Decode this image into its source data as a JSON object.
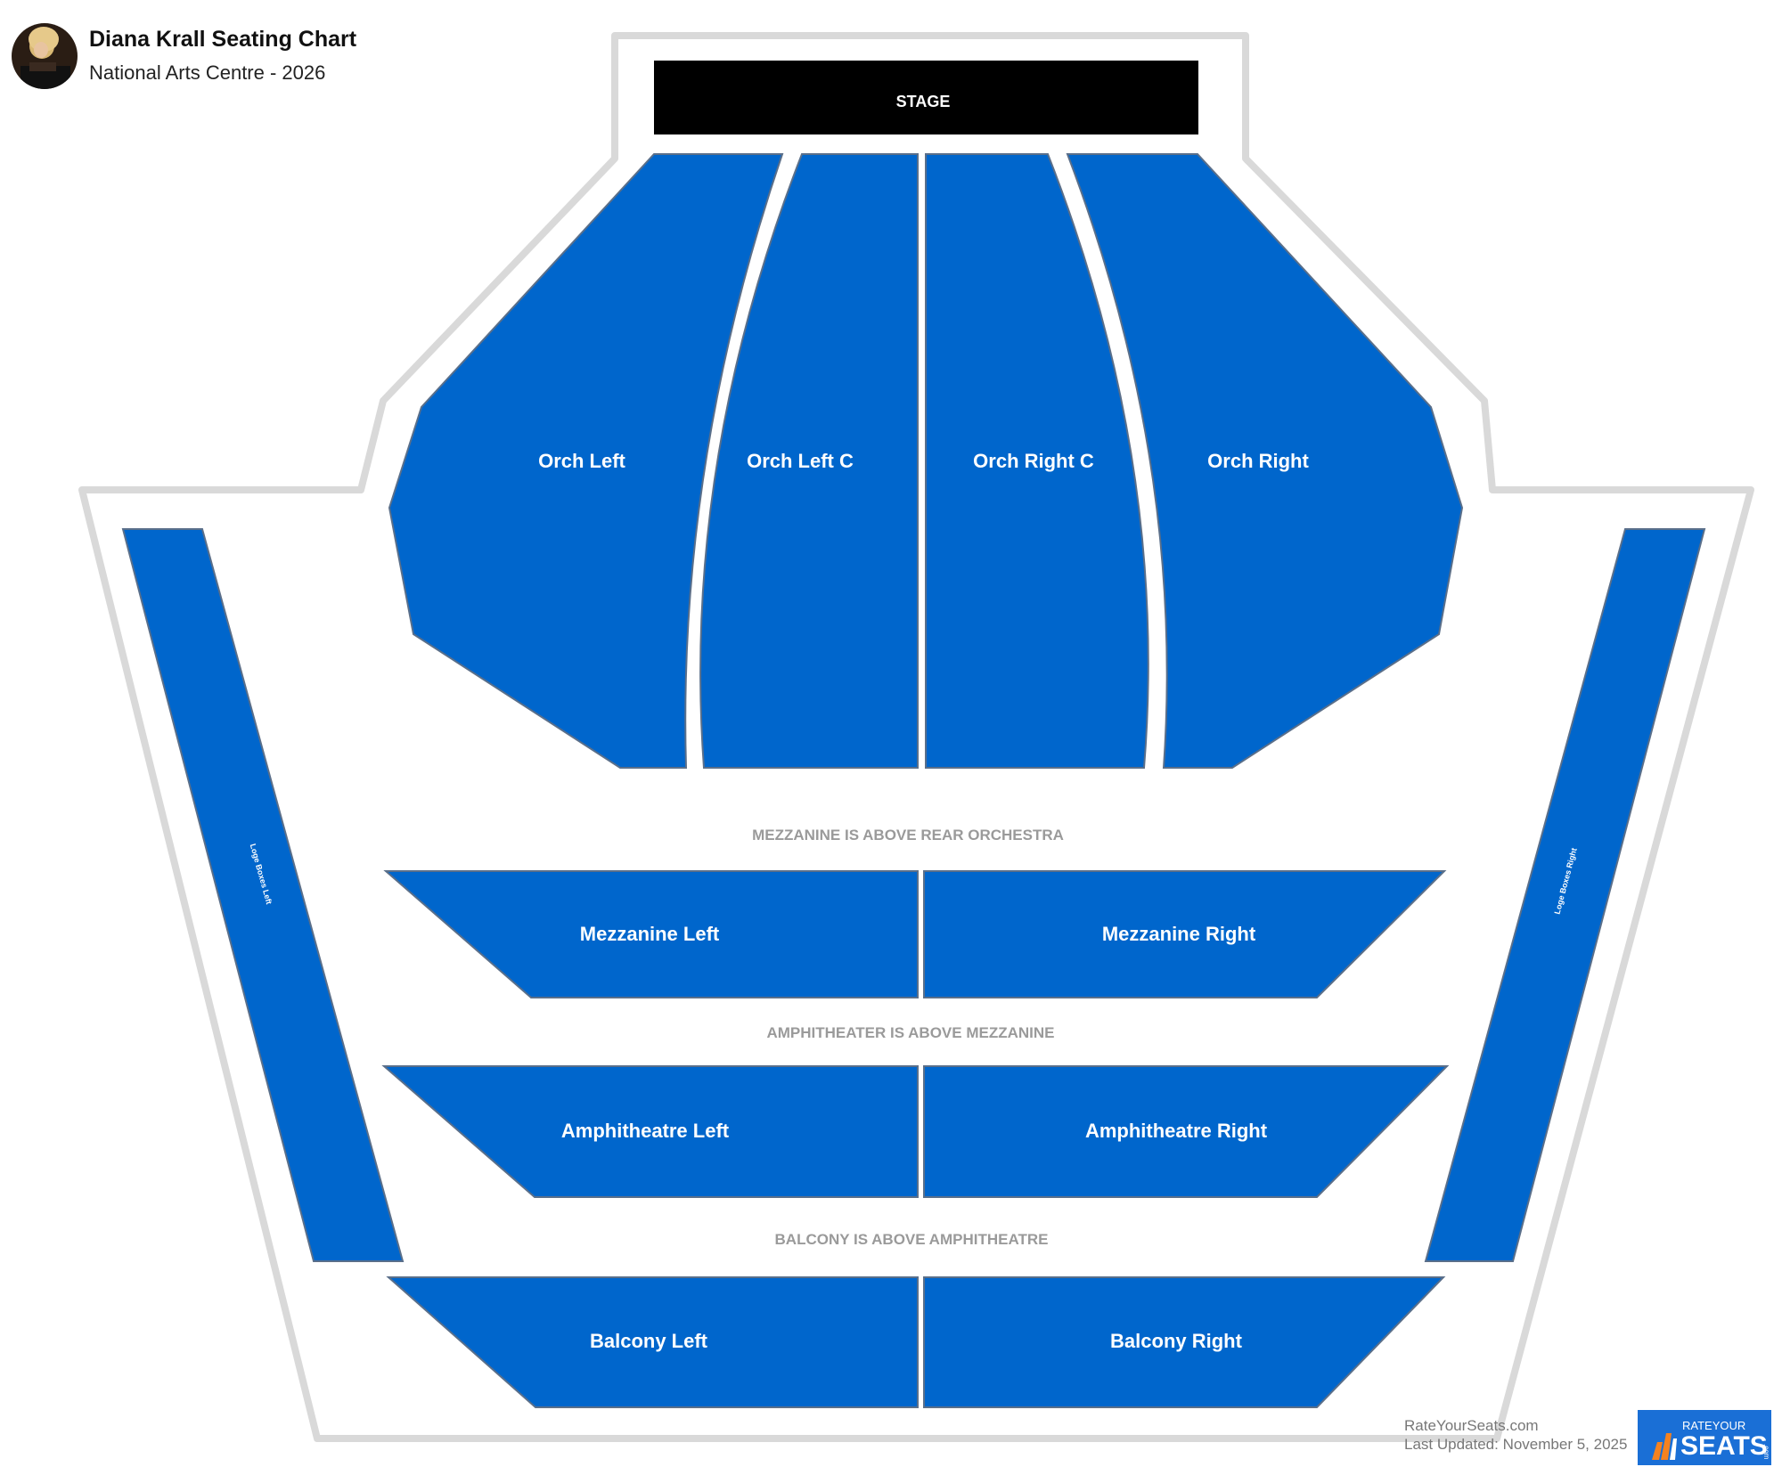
{
  "header": {
    "title": "Diana Krall Seating Chart",
    "subtitle": "National Arts Centre - 2026"
  },
  "stage": {
    "label": "STAGE"
  },
  "sections": {
    "orch_left": "Orch Left",
    "orch_left_c": "Orch Left C",
    "orch_right_c": "Orch Right C",
    "orch_right": "Orch Right",
    "mezz_left": "Mezzanine Left",
    "mezz_right": "Mezzanine Right",
    "amph_left": "Amphitheatre Left",
    "amph_right": "Amphitheatre Right",
    "balc_left": "Balcony Left",
    "balc_right": "Balcony Right",
    "loge_left": "Loge Boxes Left",
    "loge_right": "Loge Boxes Right"
  },
  "notes": {
    "mezzanine": "MEZZANINE IS ABOVE REAR ORCHESTRA",
    "amphitheater": "AMPHITHEATER IS ABOVE MEZZANINE",
    "balcony": "BALCONY IS ABOVE AMPHITHEATRE"
  },
  "footer": {
    "site": "RateYourSeats.com",
    "updated": "Last Updated: November 5, 2025"
  },
  "logo": {
    "top": "RATEYOUR",
    "main": "SEATS",
    "side": ".com"
  },
  "colors": {
    "section": "#0066cc",
    "stage": "#000000",
    "outline": "#d9d9d9",
    "note": "#9a9a9a"
  }
}
